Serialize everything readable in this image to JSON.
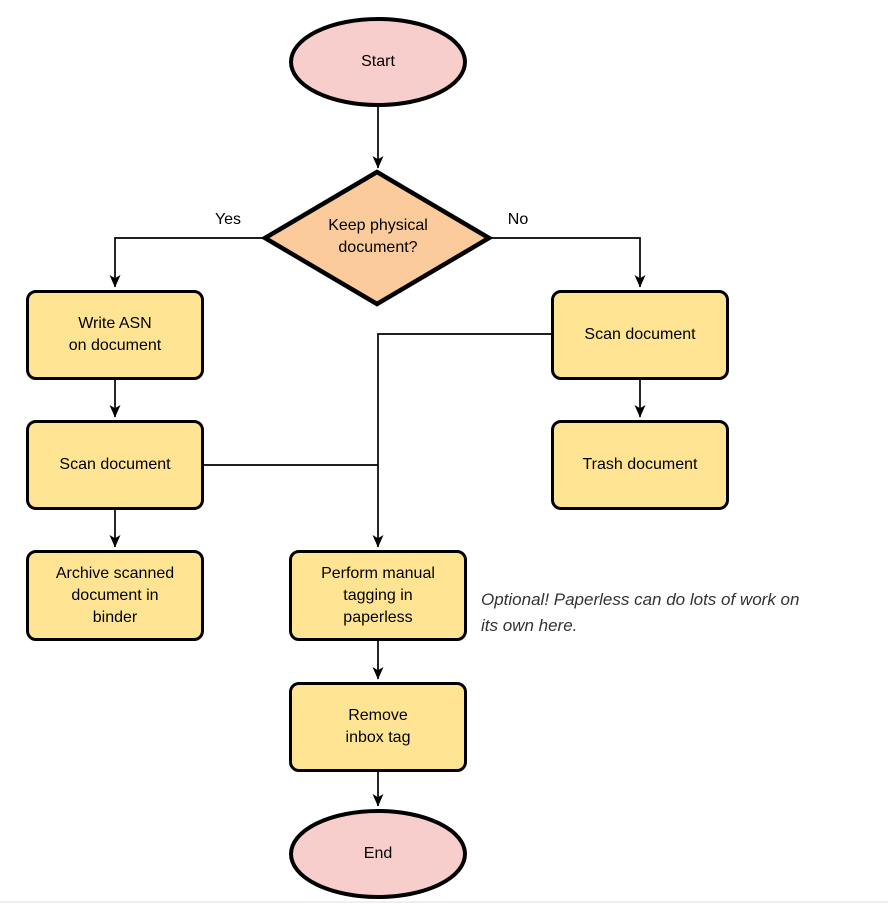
{
  "diagram": {
    "type": "flowchart",
    "background": "#ffffff"
  },
  "colors": {
    "terminal_fill": "#F8CECC",
    "decision_fill": "#FBCB9B",
    "process_fill": "#FFE593",
    "stroke": "#000000",
    "annotation_text": "#333333"
  },
  "nodes": {
    "start": {
      "type": "terminal",
      "label": "Start"
    },
    "decision": {
      "type": "decision",
      "label": "Keep physical\ndocument?"
    },
    "write_asn": {
      "type": "process",
      "label": "Write ASN\non document"
    },
    "scan_left": {
      "type": "process",
      "label": "Scan document"
    },
    "archive": {
      "type": "process",
      "label": "Archive scanned\ndocument in\nbinder"
    },
    "scan_right": {
      "type": "process",
      "label": "Scan document"
    },
    "trash": {
      "type": "process",
      "label": "Trash document"
    },
    "tagging": {
      "type": "process",
      "label": "Perform manual\ntagging in\npaperless"
    },
    "remove_inbox": {
      "type": "process",
      "label": "Remove\ninbox tag"
    },
    "end": {
      "type": "terminal",
      "label": "End"
    }
  },
  "connections": [
    {
      "from": "start",
      "to": "decision",
      "label": ""
    },
    {
      "from": "decision",
      "to": "write_asn",
      "label": "Yes"
    },
    {
      "from": "decision",
      "to": "scan_right",
      "label": "No"
    },
    {
      "from": "write_asn",
      "to": "scan_left",
      "label": ""
    },
    {
      "from": "scan_left",
      "to": "archive",
      "label": ""
    },
    {
      "from": "scan_right",
      "to": "trash",
      "label": ""
    },
    {
      "from": "scan_right",
      "to": "tagging",
      "label": ""
    },
    {
      "from": "scan_left",
      "to": "tagging",
      "label": ""
    },
    {
      "from": "tagging",
      "to": "remove_inbox",
      "label": ""
    },
    {
      "from": "remove_inbox",
      "to": "end",
      "label": ""
    }
  ],
  "annotation": {
    "text": "Optional! Paperless can do lots of work on\nits own here."
  }
}
